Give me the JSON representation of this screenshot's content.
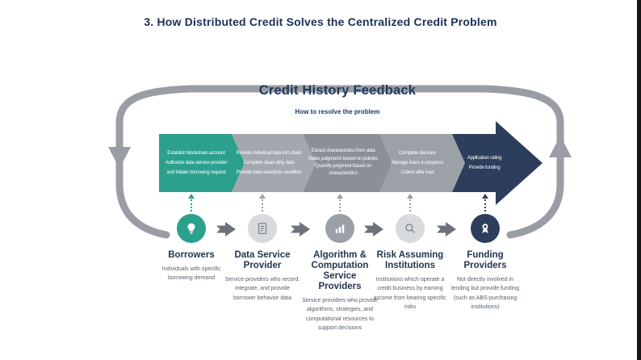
{
  "page": {
    "title": "3.  How Distributed Credit  Solves the Centralized Credit Problem"
  },
  "diagram": {
    "title": "Credit History Feedback",
    "subtitle": "How to resolve the problem",
    "band_segments": [
      {
        "name": "borrower-steps",
        "color": "#2ba08c",
        "lines": [
          "Establish blockchain account",
          "Authorize data service provider",
          "and Initiate borrowing request"
        ]
      },
      {
        "name": "data-service-steps",
        "color": "#a3a8ae",
        "lines": [
          "Provide individual data into chain",
          "Complete clean dirty data",
          "Provide data standards workflow"
        ]
      },
      {
        "name": "algorithm-steps",
        "color": "#8a9095",
        "lines": [
          "Extract characteristics from data",
          "Make judgments based on policies",
          "Quantify judgment based on",
          "characteristics"
        ]
      },
      {
        "name": "risk-steps",
        "color": "#9ba1a7",
        "lines": [
          "Complete decision",
          "Manage loans in progress",
          "Collect after loan"
        ]
      },
      {
        "name": "funding-steps",
        "color": "#2c3e5c",
        "lines": [
          "Application rating",
          "Provide funding"
        ]
      }
    ],
    "nodes": [
      {
        "title": "Borrowers",
        "description": "Individuals with specific borrowing demand",
        "icon": "lightbulb-icon",
        "color": "#2ba08c"
      },
      {
        "title": "Data Service Provider",
        "description": "Service providers who record, integrate, and provide borrower behavior data",
        "icon": "document-icon",
        "color": "#d8dadd"
      },
      {
        "title": "Algorithm & Computation Service Providers",
        "description": "Service providers who provide algorithms, strategies, and computational resources to support decisions",
        "icon": "bar-chart-icon",
        "color": "#9aa0a6"
      },
      {
        "title": "Risk Assuming Institutions",
        "description": "Institutions which operate a credit business by earning income from bearing specific risks",
        "icon": "magnifier-icon",
        "color": "#d8dadd"
      },
      {
        "title": "Funding Providers",
        "description": "Not directly involved in lending but provide funding (such as ABS-purchasing institutions)",
        "icon": "medal-icon",
        "color": "#2c3e5c"
      }
    ],
    "colors": {
      "teal": "#2ba08c",
      "navy": "#2c3e5c",
      "gray": "#9aa0a6",
      "loop_gray": "#9a9ea4"
    }
  }
}
